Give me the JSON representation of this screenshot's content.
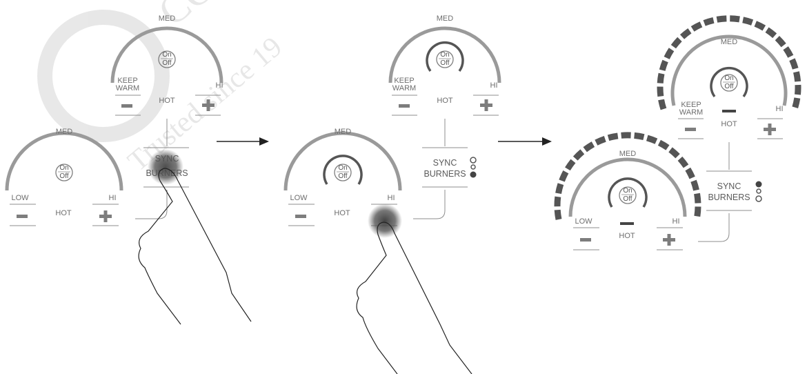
{
  "labels": {
    "med": "MED",
    "low": "LOW",
    "hi": "HI",
    "hot": "HOT",
    "keep_warm_1": "KEEP",
    "keep_warm_2": "WARM",
    "on": "On",
    "off": "Off",
    "sync_1": "SYNC",
    "sync_2": "BURNERS"
  },
  "watermark": {
    "line1": "CO",
    "line2": "Trusted since 19"
  },
  "colors": {
    "arc": "#9a9a9a",
    "arc_active": "#555555",
    "text": "#6d6d6d",
    "lines": "#8c8c8c",
    "plus_minus": "#7d7d7d"
  },
  "icons": {
    "hand": "pointing-hand-icon",
    "arrow": "right-arrow-icon",
    "toggle": "toggle-dots-icon"
  },
  "panels": [
    {
      "step": 1,
      "state": "press sync burners"
    },
    {
      "step": 2,
      "state": "press HI"
    },
    {
      "step": 3,
      "state": "burners synced"
    }
  ]
}
